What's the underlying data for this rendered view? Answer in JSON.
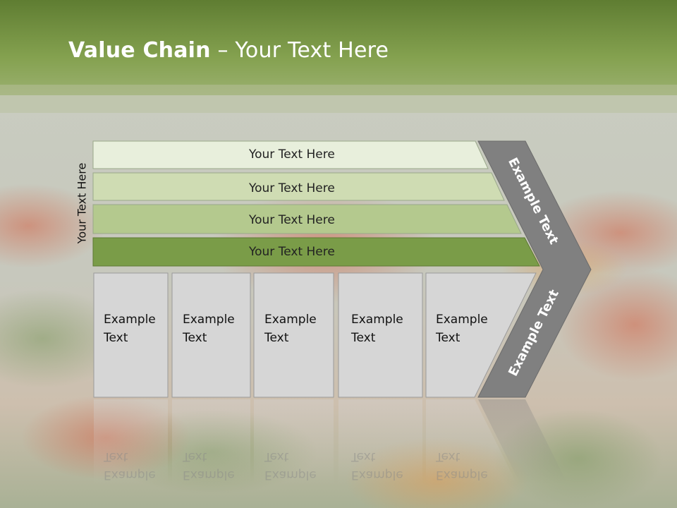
{
  "title": {
    "bold": "Value Chain",
    "rest": " – Your Text Here"
  },
  "side_label": "Your Text Here",
  "bars": [
    {
      "label": "Your Text Here"
    },
    {
      "label": "Your Text Here"
    },
    {
      "label": "Your Text Here"
    },
    {
      "label": "Your Text Here"
    }
  ],
  "boxes": [
    {
      "line1": "Example",
      "line2": "Text"
    },
    {
      "line1": "Example",
      "line2": "Text"
    },
    {
      "line1": "Example",
      "line2": "Text"
    },
    {
      "line1": "Example",
      "line2": "Text"
    },
    {
      "line1": "Example",
      "line2": "Text"
    }
  ],
  "chevron": {
    "upper": "Example Text",
    "lower": "Example Text"
  },
  "colors": {
    "header_green": "#6e8e3e",
    "bar1": "#e8efdc",
    "bar2": "#cfdcb3",
    "bar3": "#b4c98e",
    "bar4": "#7a9c48",
    "box": "#d6d6d6",
    "chevron": "#808080"
  }
}
